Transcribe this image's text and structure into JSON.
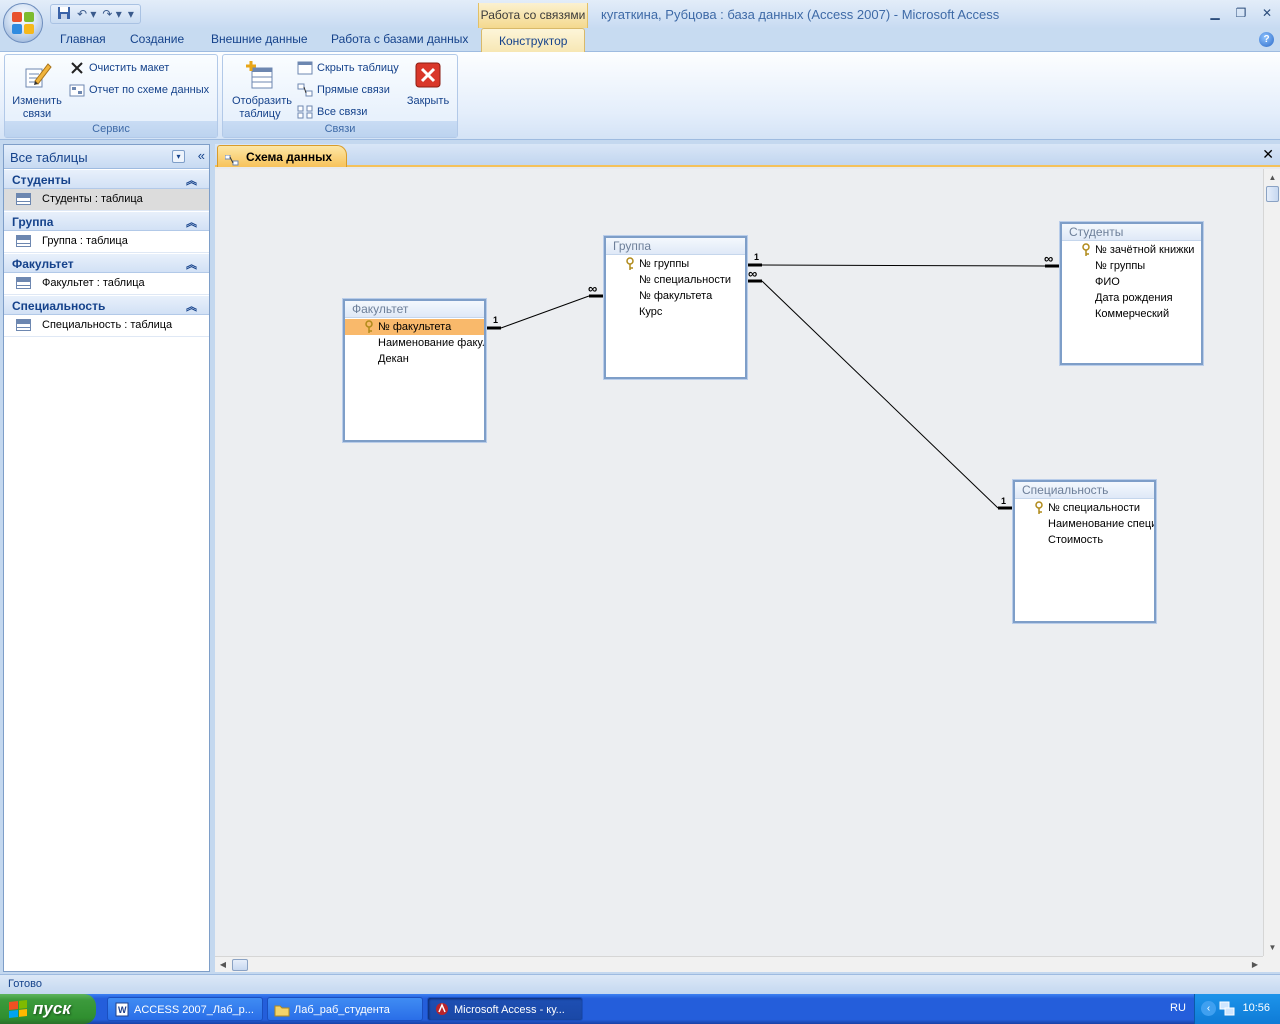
{
  "window": {
    "title": "кугаткина, Рубцова : база данных (Access 2007)  -  Microsoft Access",
    "contextual_tab": "Работа со связями"
  },
  "tabs": [
    "Главная",
    "Создание",
    "Внешние данные",
    "Работа с базами данных",
    "Конструктор"
  ],
  "ribbon": {
    "service_group": {
      "label": "Сервис",
      "edit_relations": "Изменить связи",
      "clear_layout": "Очистить макет",
      "relation_report": "Отчет по схеме данных"
    },
    "relations_group": {
      "label": "Связи",
      "show_table": "Отобразить таблицу",
      "hide_table": "Скрыть таблицу",
      "direct_relations": "Прямые связи",
      "all_relations": "Все связи",
      "close": "Закрыть"
    }
  },
  "nav": {
    "header": "Все таблицы",
    "groups": [
      {
        "name": "Студенты",
        "item": "Студенты : таблица"
      },
      {
        "name": "Группа",
        "item": "Группа : таблица"
      },
      {
        "name": "Факультет",
        "item": "Факультет : таблица"
      },
      {
        "name": "Специальность",
        "item": "Специальность : таблица"
      }
    ]
  },
  "doc": {
    "tab": "Схема данных"
  },
  "schema": {
    "tables": [
      {
        "name": "Факультет",
        "fields": [
          "№ факультета",
          "Наименование факультета",
          "Декан"
        ]
      },
      {
        "name": "Группа",
        "fields": [
          "№ группы",
          "№ специальности",
          "№ факультета",
          "Курс"
        ]
      },
      {
        "name": "Студенты",
        "fields": [
          "№ зачётной книжки",
          "№ группы",
          "ФИО",
          "Дата рождения",
          "Коммерческий"
        ]
      },
      {
        "name": "Специальность",
        "fields": [
          "№ специальности",
          "Наименование специальности",
          "Стоимость"
        ]
      }
    ],
    "cardinality": {
      "one": "1",
      "many": "∞"
    }
  },
  "status": {
    "text": "Готово"
  },
  "taskbar": {
    "start": "пуск",
    "tasks": [
      "ACCESS 2007_Лаб_р...",
      "Лаб_раб_студента",
      "Microsoft Access - ку..."
    ],
    "lang": "RU",
    "clock": "10:56"
  }
}
